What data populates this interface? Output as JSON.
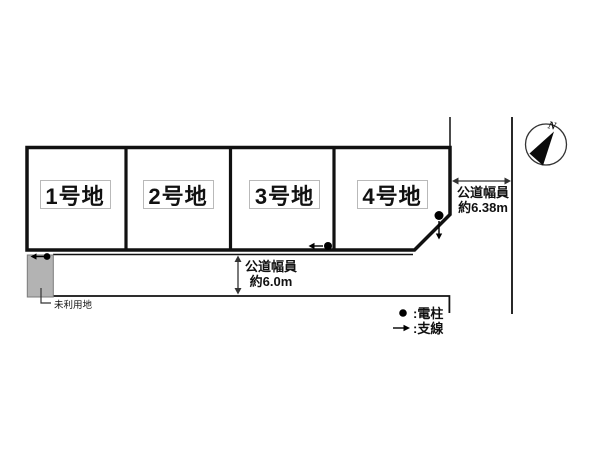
{
  "diagram": {
    "lots": [
      {
        "label": "1号地"
      },
      {
        "label": "2号地"
      },
      {
        "label": "3号地"
      },
      {
        "label": "4号地"
      }
    ],
    "road_bottom": {
      "name_line": "公道幅員",
      "width_line": "約6.0m"
    },
    "road_right": {
      "name_line": "公道幅員",
      "width_line": "約6.38m"
    },
    "legend": {
      "pole": ":電柱",
      "wire": ":支線"
    },
    "unused_land": {
      "label": "未利用地"
    },
    "compass": {
      "north": "N"
    },
    "colors": {
      "line": "#111111",
      "gray_fill": "#b3b3b3",
      "dim_arrow": "#333333",
      "label_box_border": "#b9b9b9"
    }
  }
}
